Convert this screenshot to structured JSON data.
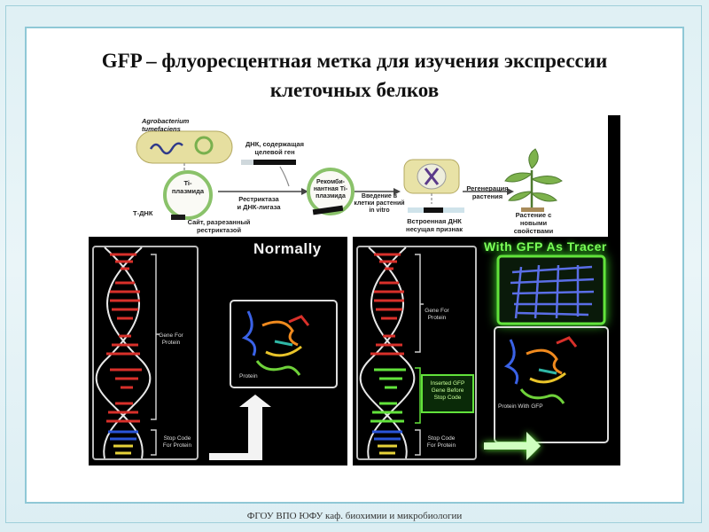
{
  "slide": {
    "title_line1": "GFP – флуоресцентная метка для изучения экспрессии",
    "title_line2": "клеточных белков",
    "footer": "ФГОУ ВПО ЮФУ  каф. биохимии и микробиологии"
  },
  "diagram": {
    "agrobacterium": "Agrobacterium",
    "tumefaciens": "tumefaciens",
    "ti_plasmid_1": "Ti-",
    "ti_plasmid_2": "плазмида",
    "t_dna": "Т-ДНК",
    "cut_site_1": "Сайт, разрезанный",
    "cut_site_2": "рестриктазой",
    "target_dna_1": "ДНК, содержащая",
    "target_dna_2": "целевой ген",
    "enzymes_1": "Рестриктаза",
    "enzymes_2": "и ДНК-лигаза",
    "recomb_1": "Рекомби-",
    "recomb_2": "нантная Ti-",
    "recomb_3": "плазмида",
    "intro_1": "Введение в",
    "intro_2": "клетки растений",
    "intro_3": "in vitro",
    "embedded_1": "Встроенная ДНК",
    "embedded_2": "несущая признак",
    "regen_1": "Регенерация",
    "regen_2": "растения",
    "plant_1": "Растение с",
    "plant_2": "новыми",
    "plant_3": "свойствами"
  },
  "panel_normal": {
    "title": "Normally",
    "gene_1": "Gene For",
    "gene_2": "Protein",
    "stop_1": "Stop Code",
    "stop_2": "For Protein",
    "protein": "Protein"
  },
  "panel_gfp": {
    "title": "With GFP As Tracer",
    "gene_1": "Gene For",
    "gene_2": "Protein",
    "insert_1": "Inserted GFP",
    "insert_2": "Gene Before",
    "insert_3": "Stop Code",
    "stop_1": "Stop Code",
    "stop_2": "For Protein",
    "protein": "Protein With GFP"
  },
  "colors": {
    "accent_border": "#8fc8d6",
    "dna_red": "#d8302a",
    "gfp_green": "#62e33b",
    "stop_blue": "#2a55d8",
    "stop_yellow": "#e6d23a"
  }
}
